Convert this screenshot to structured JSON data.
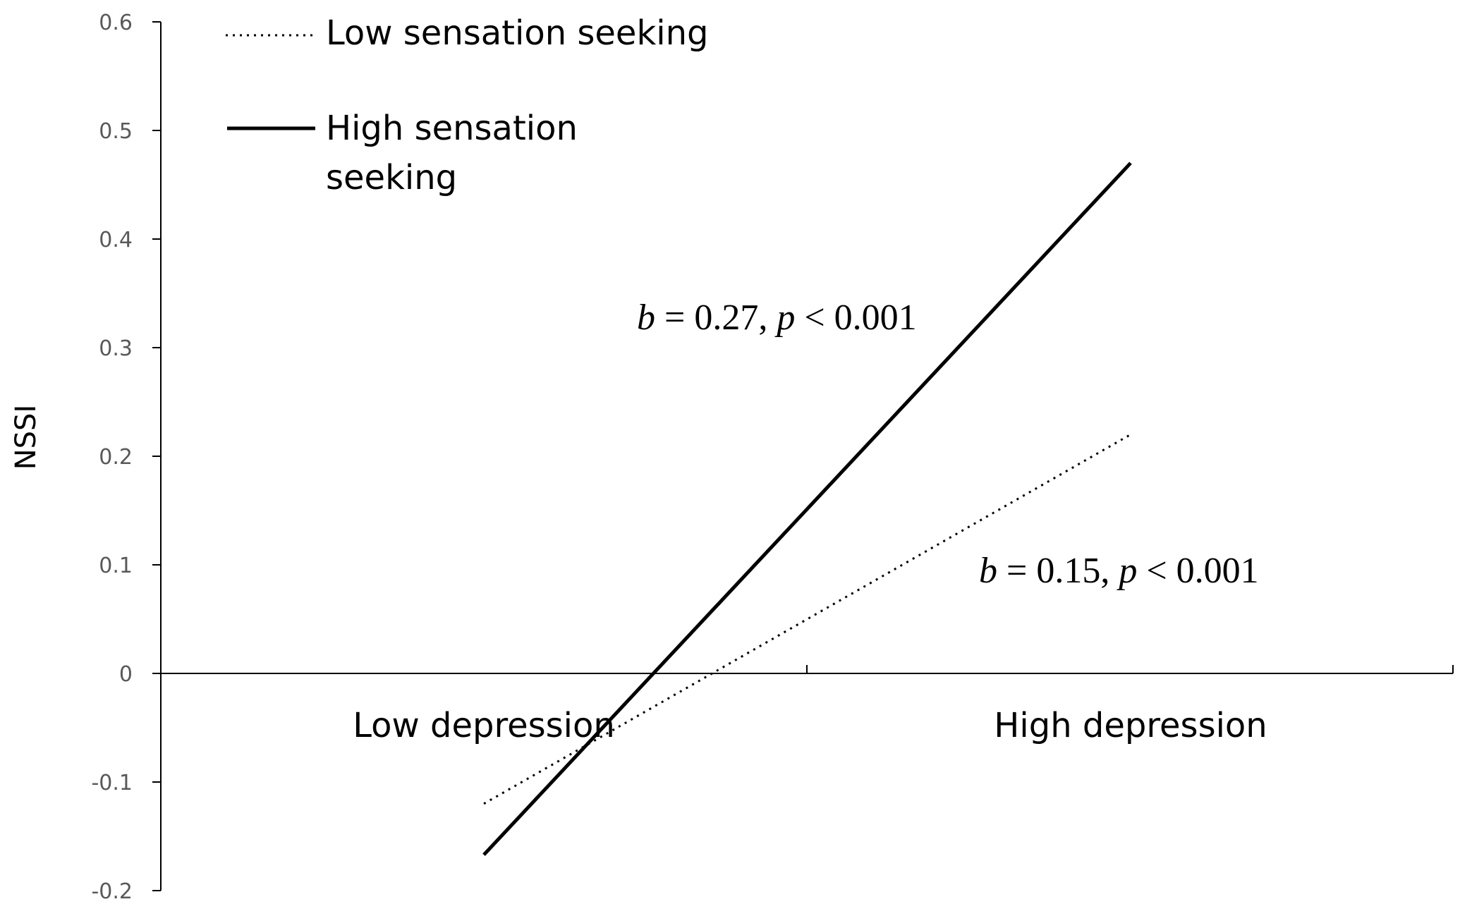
{
  "chart_data": {
    "type": "line",
    "categories": [
      "Low depression",
      "High depression"
    ],
    "ylabel": "NSSI",
    "xlabel": "",
    "ylim": [
      -0.2,
      0.6
    ],
    "yticks": [
      0.6,
      0.5,
      0.4,
      0.3,
      0.2,
      0.1,
      0,
      -0.1,
      -0.2
    ],
    "yticks_text": [
      "0.6",
      "0.5",
      "0.4",
      "0.3",
      "0.2",
      "0.1",
      "0",
      "-0.1",
      "-0.2"
    ],
    "grid": false,
    "legend_position": "top-left",
    "series": [
      {
        "name": "Low sensation seeking",
        "style": "dotted",
        "color": "#000000",
        "values": [
          -0.12,
          0.22
        ]
      },
      {
        "name": "High sensation seeking",
        "style": "solid",
        "color": "#000000",
        "values": [
          -0.167,
          0.47
        ]
      }
    ],
    "annotations": [
      {
        "b_symbol": "b",
        "p_symbol": "p",
        "b_value": " = 0.27, ",
        "p_value": " < 0.001",
        "series": "High sensation seeking"
      },
      {
        "b_symbol": "b",
        "p_symbol": "p",
        "b_value": " = 0.15, ",
        "p_value": " < 0.001",
        "series": "Low sensation seeking"
      }
    ]
  }
}
